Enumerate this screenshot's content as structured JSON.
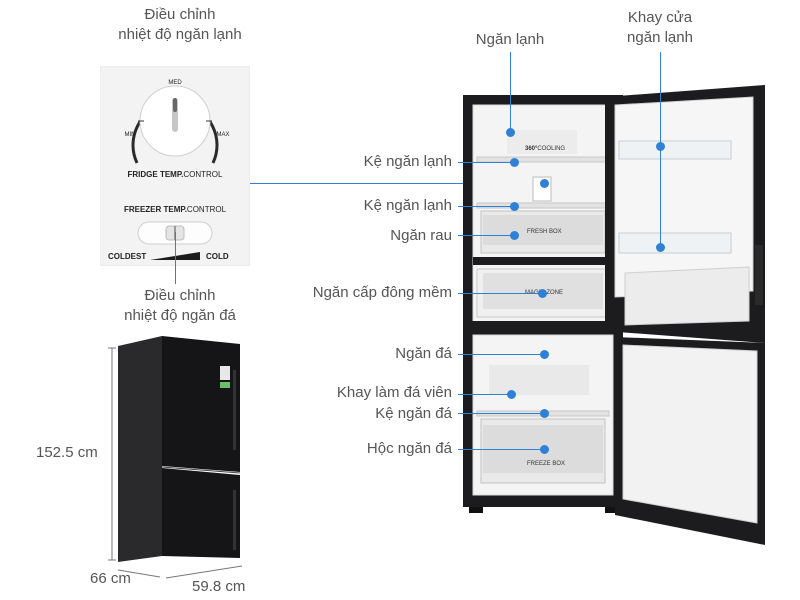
{
  "control_panel": {
    "fridge_label": "Điều chỉnh\nnhiệt độ ngăn lạnh",
    "freezer_label": "Điều chỉnh\nnhiệt độ ngăn đá",
    "dial_med": "MED",
    "dial_min": "MIN",
    "dial_max": "MAX",
    "fridge_control_title_bold": "FRIDGE TEMP.",
    "fridge_control_title": "CONTROL",
    "freezer_control_title_bold": "FREEZER TEMP.",
    "freezer_control_title": "CONTROL",
    "slider_left": "COLDEST",
    "slider_right": "COLD"
  },
  "dimensions": {
    "height": "152.5 cm",
    "depth": "66 cm",
    "width": "59.8 cm"
  },
  "callouts": {
    "top_fridge": "Ngăn lạnh",
    "door_tray": "Khay cửa\nngăn lạnh",
    "shelf_1": "Kệ ngăn lạnh",
    "shelf_2": "Kệ ngăn lạnh",
    "veg_drawer": "Ngăn rau",
    "soft_freeze": "Ngăn cấp đông mềm",
    "freezer": "Ngăn đá",
    "ice_tray": "Khay làm đá viên",
    "freezer_shelf": "Kệ ngăn đá",
    "freezer_drawer": "Hộc ngăn đá"
  },
  "fridge_texts": {
    "cooling_brand": "360°",
    "cooling": "COOLING",
    "fresh_box": "FRESH BOX",
    "magic_zone": "MAGIC ZONE",
    "freeze_box": "FREEZE BOX"
  },
  "colors": {
    "accent": "#2f80d6",
    "cabinet": "#1c1c1e",
    "interior": "#f2f2f2"
  }
}
